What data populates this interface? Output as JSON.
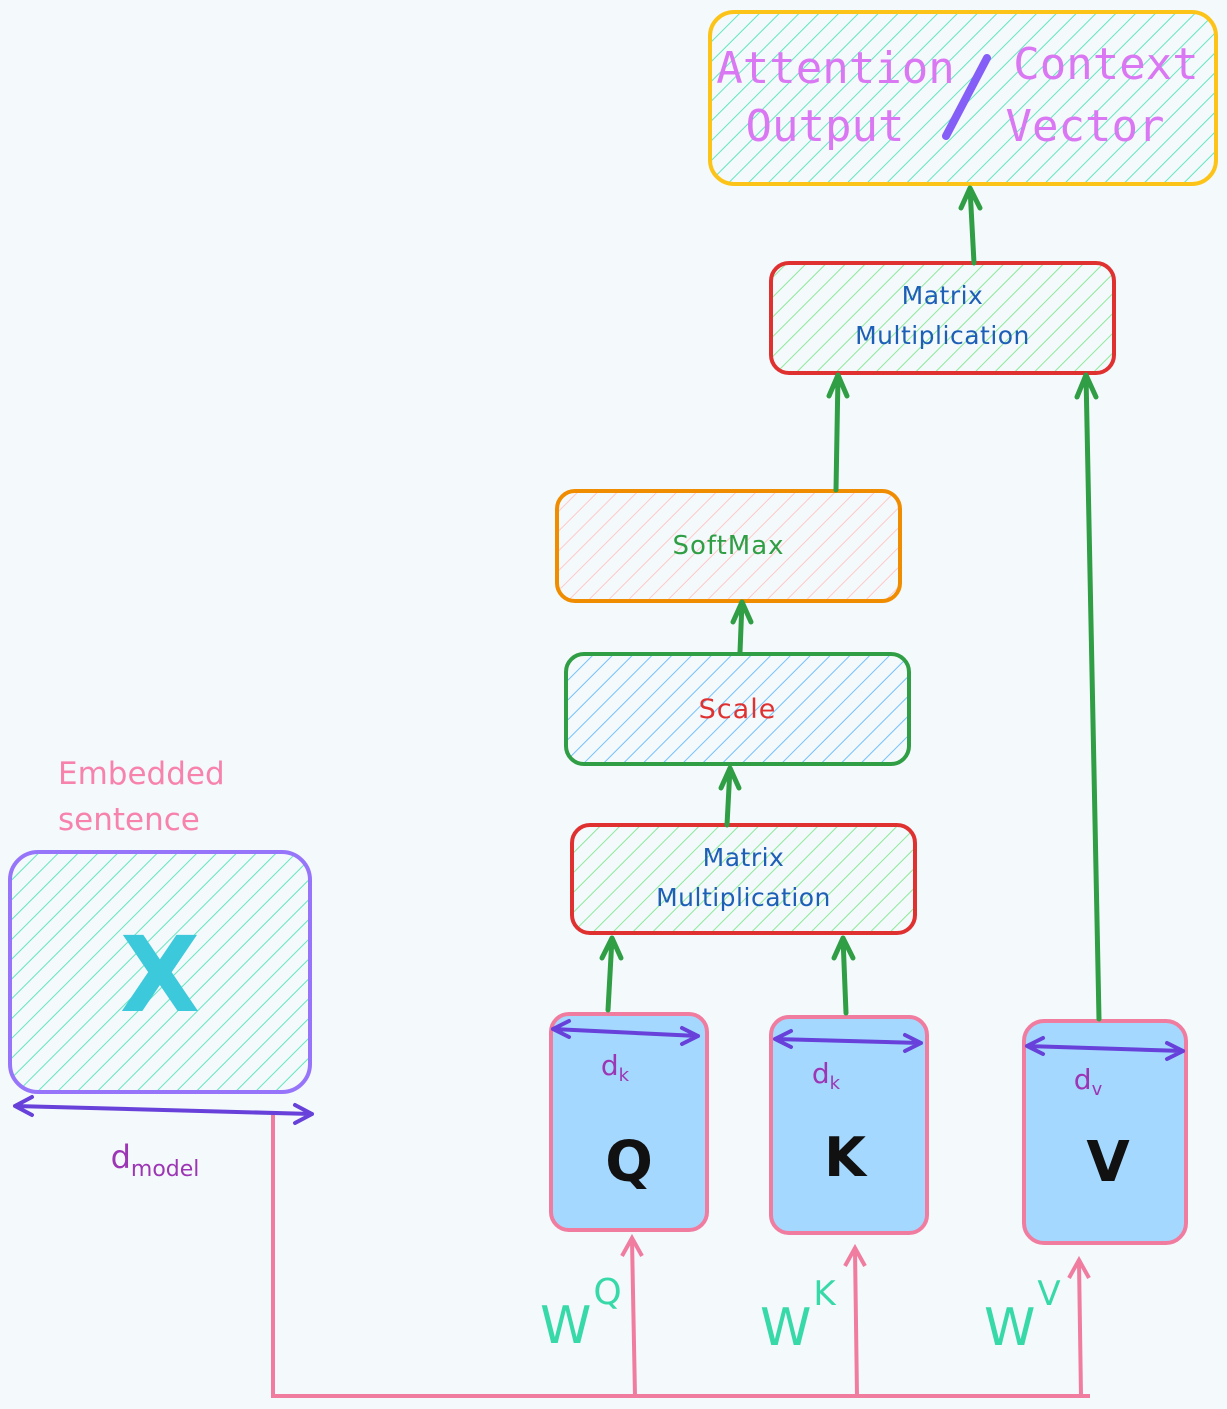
{
  "output_box": {
    "line1_left": "Attention",
    "line2_left": "Output",
    "line1_right": "Context",
    "line2_right": "Vector"
  },
  "matmul_top": {
    "line1": "Matrix",
    "line2": "Multiplication"
  },
  "softmax": {
    "label": "SoftMax"
  },
  "scale": {
    "label": "Scale"
  },
  "matmul_bottom": {
    "line1": "Matrix",
    "line2": "Multiplication"
  },
  "embedding": {
    "caption_line1": "Embedded",
    "caption_line2": "sentence",
    "symbol": "X",
    "dim_base": "d",
    "dim_sub": "model"
  },
  "q": {
    "symbol": "Q",
    "dim_base": "d",
    "dim_sub": "k"
  },
  "k": {
    "symbol": "K",
    "dim_base": "d",
    "dim_sub": "k"
  },
  "v": {
    "symbol": "V",
    "dim_base": "d",
    "dim_sub": "v"
  },
  "weights": [
    {
      "base": "W",
      "sup": "Q"
    },
    {
      "base": "W",
      "sup": "K"
    },
    {
      "base": "W",
      "sup": "V"
    }
  ],
  "colors": {
    "arrow_green": "#2f9e44",
    "pink": "#f07ca0",
    "purple_dim": "#6741d9",
    "teal_hatch": "#63e6be",
    "blue_fill": "#a5d8ff",
    "red_border": "#e03131",
    "orange_border": "#f08c00",
    "yellow_border": "#fcc419"
  }
}
